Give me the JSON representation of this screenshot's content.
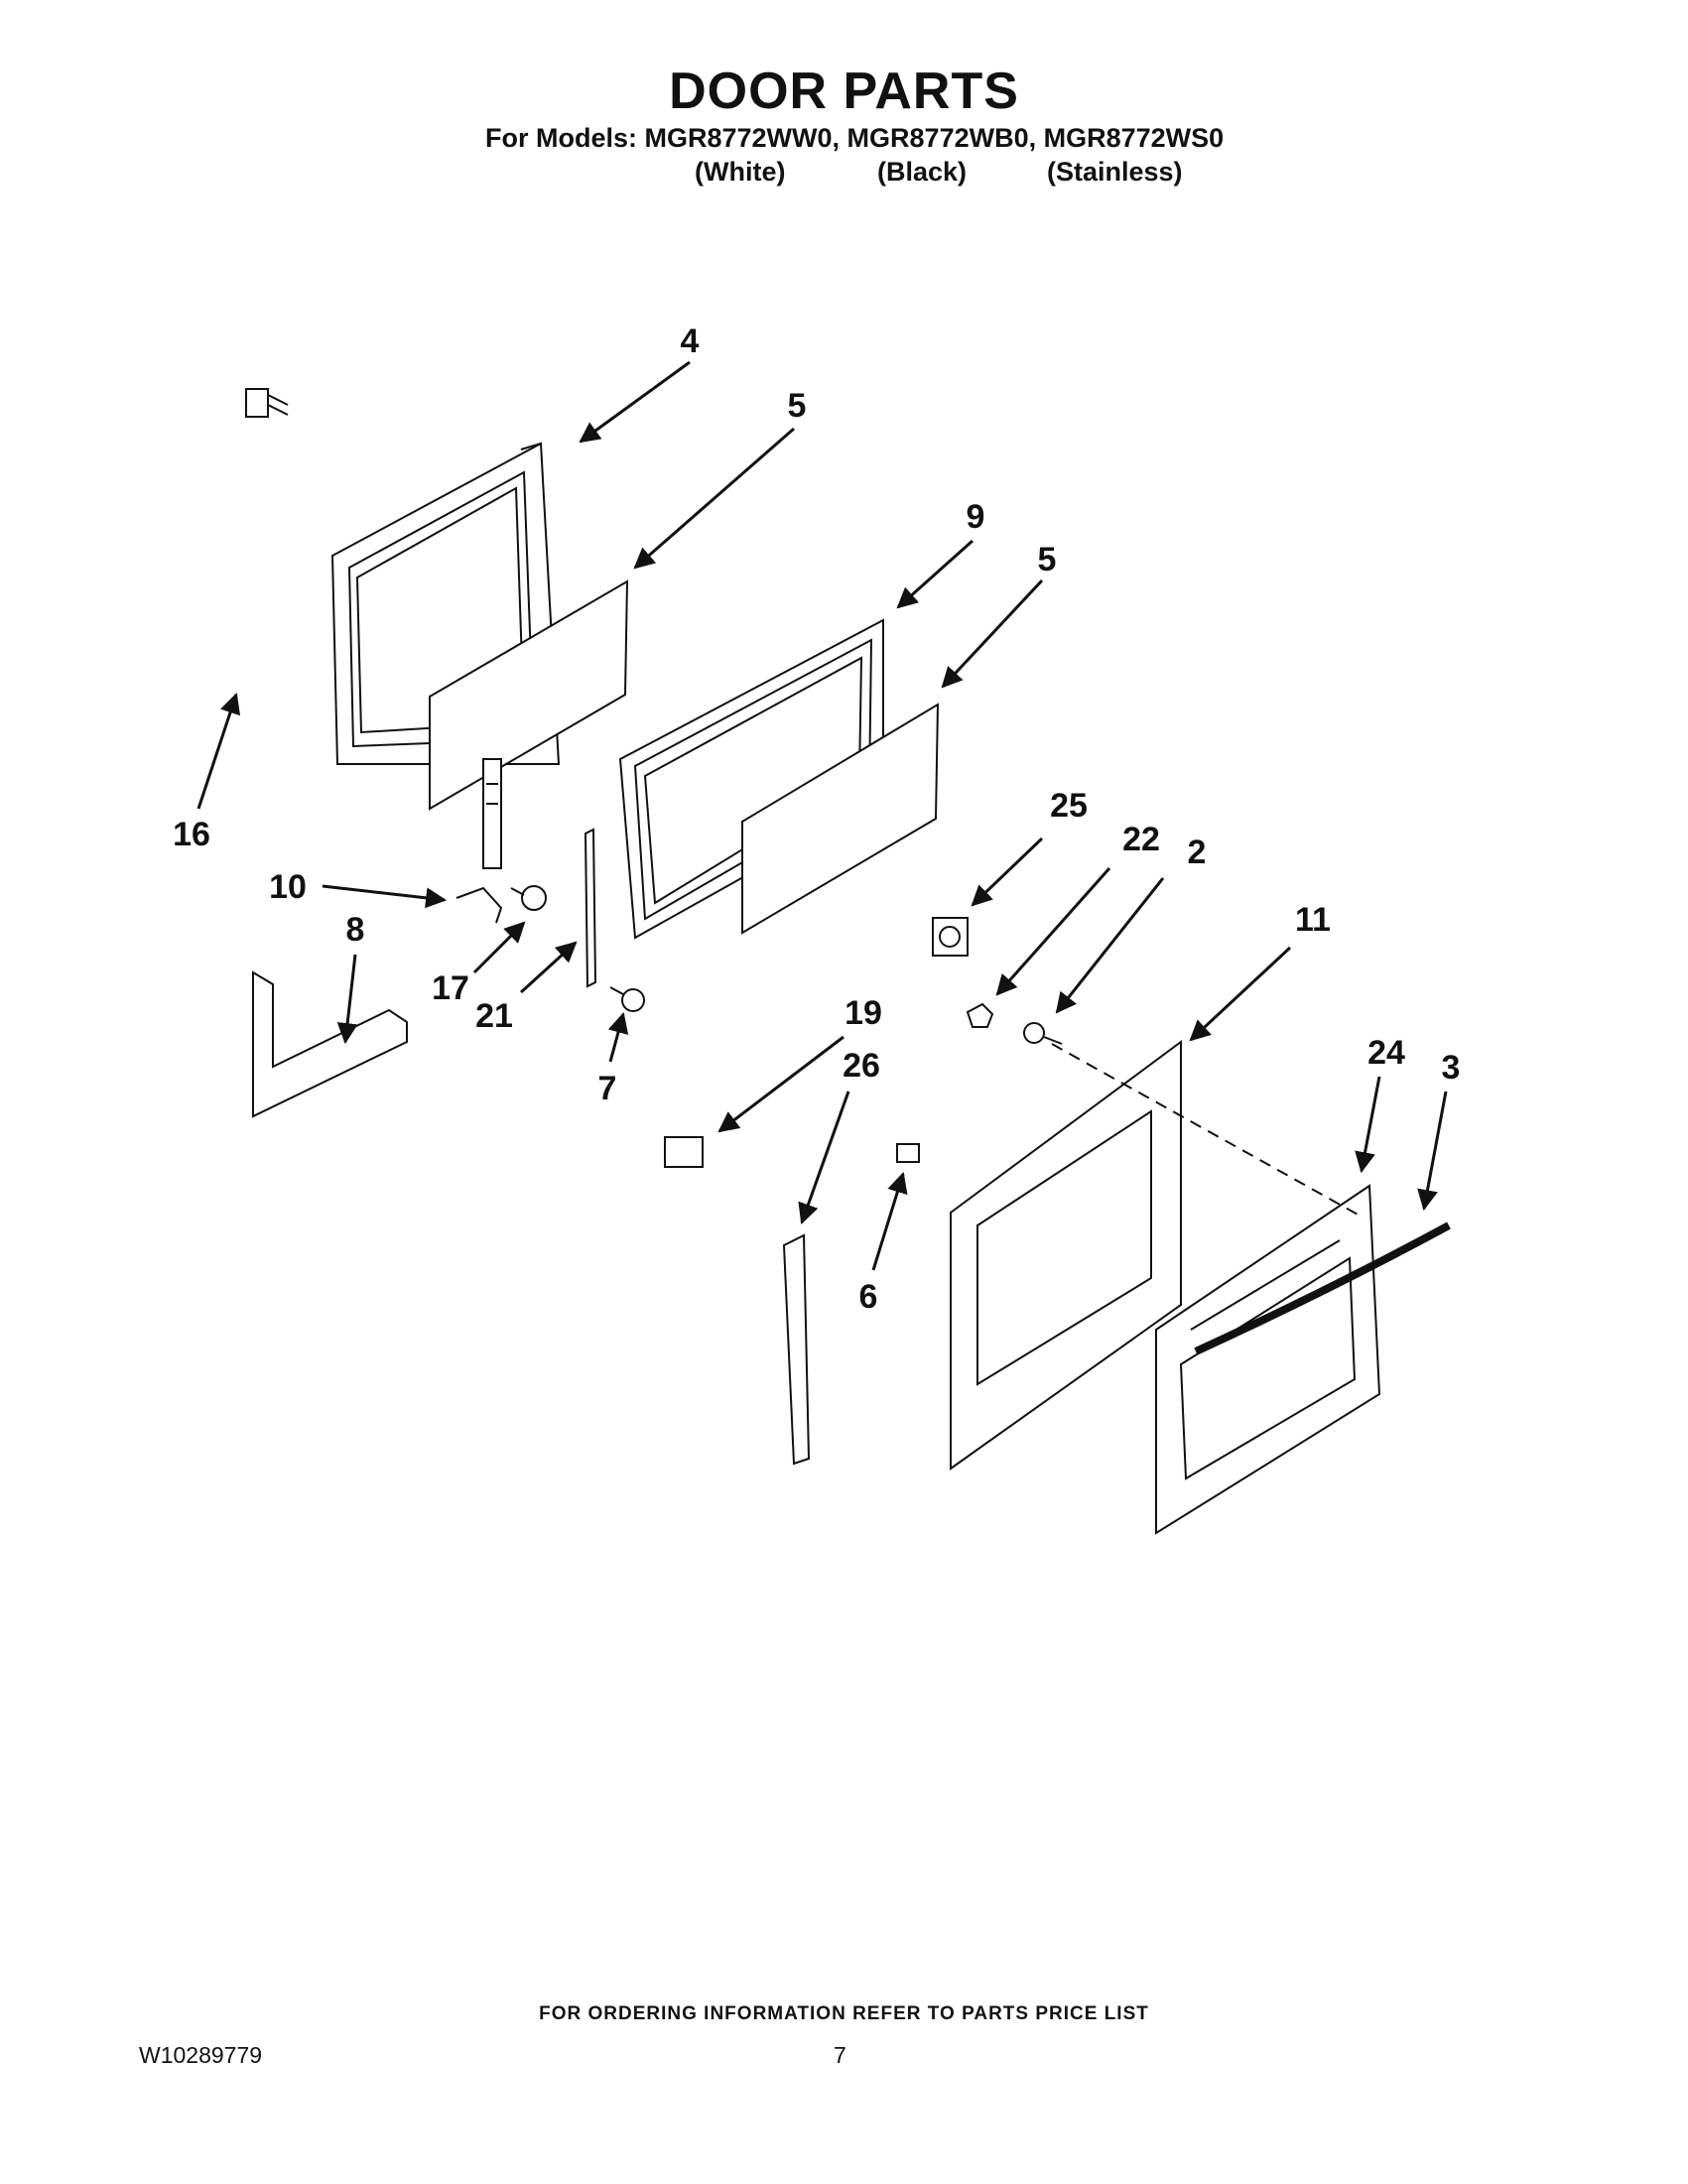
{
  "header": {
    "title": "DOOR PARTS",
    "models_line": "For Models: MGR8772WW0, MGR8772WB0, MGR8772WS0",
    "colors": [
      "(White)",
      "(Black)",
      "(Stainless)"
    ]
  },
  "callouts": [
    "4",
    "5",
    "9",
    "5",
    "16",
    "10",
    "8",
    "17",
    "21",
    "7",
    "25",
    "22",
    "2",
    "11",
    "19",
    "26",
    "24",
    "3",
    "6"
  ],
  "footer": {
    "ordering_note": "FOR ORDERING INFORMATION REFER TO PARTS PRICE LIST",
    "doc_number": "W10289779",
    "page_number": "7"
  }
}
